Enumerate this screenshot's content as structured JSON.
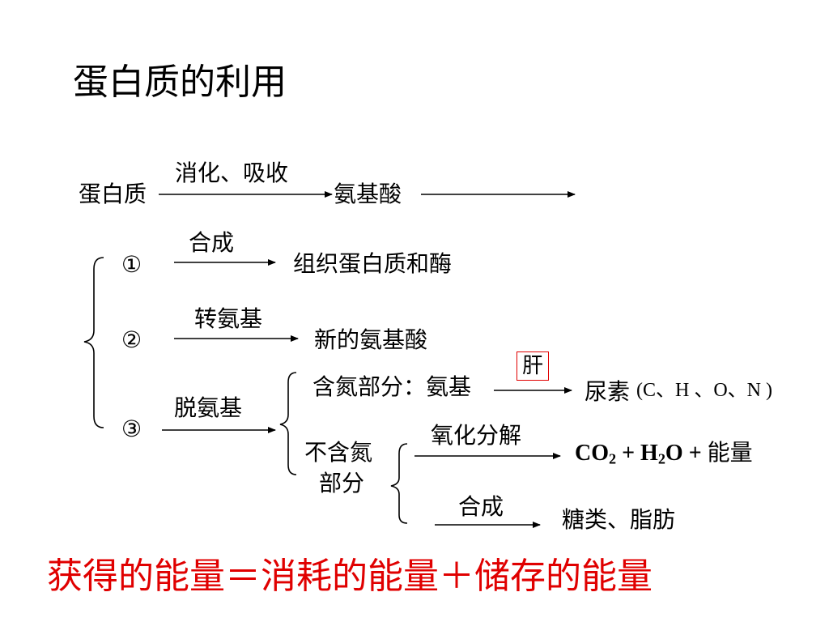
{
  "title": "蛋白质的利用",
  "nodes": {
    "protein": "蛋白质",
    "digest_absorb": "消化、吸收",
    "amino_acid": "氨基酸",
    "synthesis_1": "合成",
    "tissue_protein": "组织蛋白质和酶",
    "transamination": "转氨基",
    "new_amino_acid": "新的氨基酸",
    "deamination": "脱氨基",
    "nitrogen_part": "含氮部分：氨基",
    "liver": "肝",
    "urea": "尿素",
    "urea_elements": "(C、H 、O、N )",
    "non_nitrogen_line1": "不含氮",
    "non_nitrogen_line2": "部分",
    "oxidation": "氧化分解",
    "co2_prefix": "CO",
    "co2_sub": "2",
    "h2o_prefix": " + H",
    "h2o_sub": "2",
    "h2o_suffix": "O + ",
    "energy": "能量",
    "synthesis_2": "合成",
    "sugar_fat": "糖类、脂肪"
  },
  "markers": {
    "m1": "①",
    "m2": "②",
    "m3": "③"
  },
  "equation": "获得的能量＝消耗的能量＋储存的能量",
  "colors": {
    "text": "#000000",
    "accent_red": "#e00000"
  }
}
